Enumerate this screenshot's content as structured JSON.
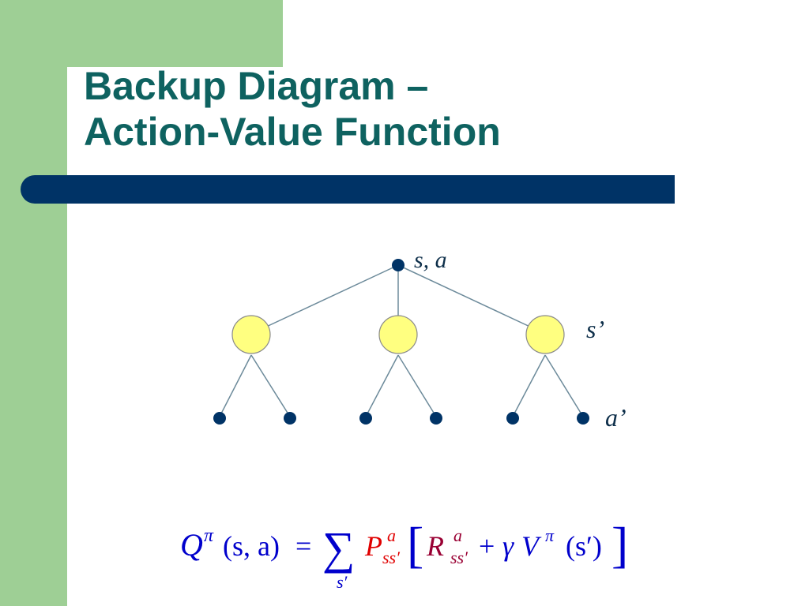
{
  "slide": {
    "title_line1": "Backup Diagram –",
    "title_line2": "Action-Value Function"
  },
  "diagram": {
    "root_label": "s, a",
    "state_label": "s’",
    "action_label": "a’",
    "node_colors": {
      "action": "#003366",
      "state_fill": "#ffff80",
      "state_stroke": "#8a8a8a",
      "edge": "#6c8a9a"
    }
  },
  "formula": {
    "q": "Q",
    "pi": "π",
    "args": "(s, a)",
    "equals": "=",
    "sum": "∑",
    "sum_sub": "s′",
    "p": "P",
    "p_sup": "a",
    "p_sub": "ss′",
    "r": "R",
    "r_sup": "a",
    "r_sub": "ss′",
    "plus": "+",
    "gamma": "γ",
    "v": "V",
    "v_sup": "π",
    "v_args": "(s′)",
    "colors": {
      "main": "#0000cc",
      "p": "#e00000",
      "r": "#990033"
    }
  }
}
